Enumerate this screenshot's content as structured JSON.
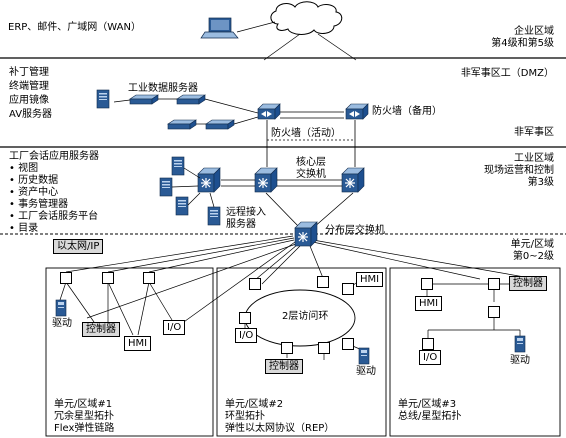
{
  "wan_label": "ERP、邮件、广域网（WAN）",
  "enterprise_zone": {
    "title": "企业区域",
    "subtitle": "第4级和第5级"
  },
  "dmz": {
    "title": "非军事区工（DMZ）",
    "bottom_label": "非军事区",
    "services": [
      "补丁管理",
      "终端管理",
      "应用镜像",
      "AV服务器"
    ],
    "data_server_label": "工业数据服务器",
    "firewall_active": "防火墙（活动）",
    "firewall_backup": "防火墙（备用）"
  },
  "industrial_zone": {
    "title": "工业区域",
    "subtitle": "现场运营和控制",
    "level": "第3级",
    "app_server_title": "工厂会话应用服务器",
    "app_items": [
      "• 视图",
      "• 历史数据",
      "• 资产中心",
      "• 事务管理器",
      "• 工厂会话服务平台",
      "• 目录"
    ],
    "core_switch": [
      "核心层",
      "交换机"
    ],
    "remote_access": [
      "远程接入",
      "服务器"
    ]
  },
  "cell_zone": {
    "ethernet_label": "以太网/IP",
    "distribution_switch": "分布层交换机",
    "title": "单元/区域",
    "level": "第0~2级"
  },
  "cells": [
    {
      "lines": [
        "单元/区域#1",
        "冗余星型拓扑",
        "Flex弹性链路"
      ]
    },
    {
      "lines": [
        "单元/区域#2",
        "环型拓扑",
        "弹性以太网协议（REP）"
      ],
      "ring_label": "2层访问环"
    },
    {
      "lines": [
        "单元/区域#3",
        "总线/星型拓扑"
      ]
    }
  ],
  "device_labels": {
    "drive": "驱动",
    "controller": "控制器",
    "hmi": "HMI",
    "io": "I/O"
  }
}
